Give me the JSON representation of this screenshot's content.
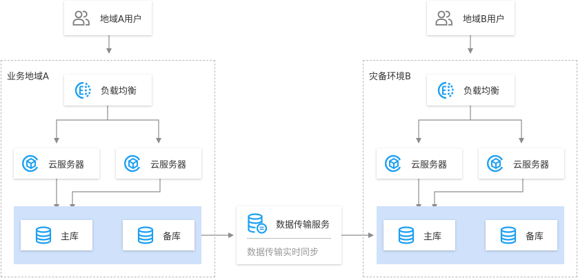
{
  "colors": {
    "accent": "#1a9ff2",
    "line": "#8c8c8c",
    "db_group_bg": "#cfe1fb",
    "icon_gray": "#7a7a7a"
  },
  "users_a": {
    "label": "地域A用户",
    "icon": "users-icon"
  },
  "users_b": {
    "label": "地域B用户",
    "icon": "users-icon"
  },
  "region_a": {
    "title": "业务地域A",
    "lb": {
      "label": "负载均衡",
      "icon": "load-balancer-icon"
    },
    "servers": [
      {
        "label": "云服务器",
        "icon": "cloud-server-icon"
      },
      {
        "label": "云服务器",
        "icon": "cloud-server-icon"
      }
    ],
    "primary_db": {
      "label": "主库",
      "icon": "database-icon"
    },
    "backup_db": {
      "label": "备库",
      "icon": "database-icon"
    }
  },
  "region_b": {
    "title": "灾备环境B",
    "lb": {
      "label": "负载均衡",
      "icon": "load-balancer-icon"
    },
    "servers": [
      {
        "label": "云服务器",
        "icon": "cloud-server-icon"
      },
      {
        "label": "云服务器",
        "icon": "cloud-server-icon"
      }
    ],
    "primary_db": {
      "label": "主库",
      "icon": "database-icon"
    },
    "backup_db": {
      "label": "备库",
      "icon": "database-icon"
    }
  },
  "dts": {
    "title": "数据传输服务",
    "subtitle": "数据传输实时同步",
    "icon": "data-transfer-icon"
  }
}
